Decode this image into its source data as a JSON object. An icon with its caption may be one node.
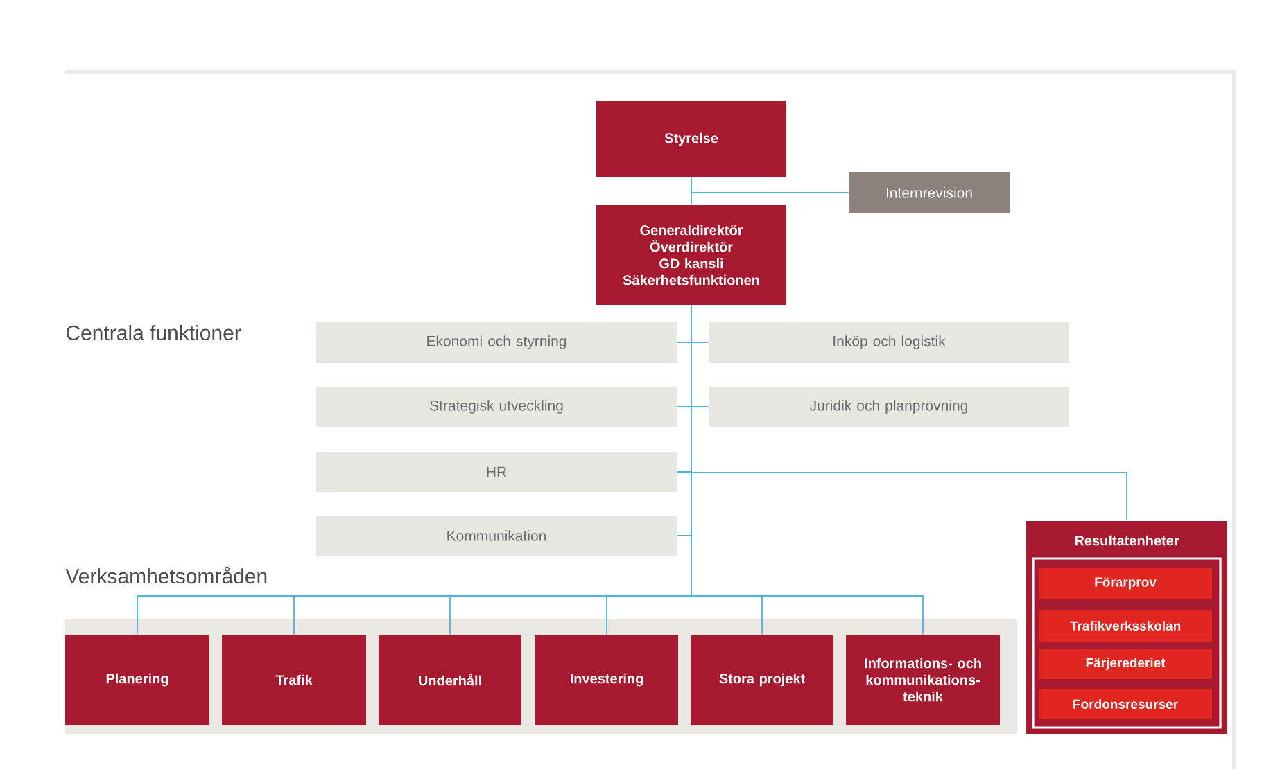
{
  "diagram": {
    "nodes": [
      {
        "text": [
          "Styrelse"
        ]
      },
      {
        "text": [
          "Internrevision"
        ]
      },
      {
        "text": [
          "Generaldirektör",
          "Överdirektör",
          "GD kansli",
          "Säkerhetsfunktionen"
        ]
      },
      {
        "text": [
          "Ekonomi och styrning"
        ]
      },
      {
        "text": [
          "Inköp och logistik"
        ]
      },
      {
        "text": [
          "Strategisk utveckling"
        ]
      },
      {
        "text": [
          "Juridik och planprövning"
        ]
      },
      {
        "text": [
          "HR"
        ]
      },
      {
        "text": [
          "Kommunikation"
        ]
      },
      {
        "text": [
          "Resultatenheter"
        ]
      },
      {
        "text": [
          "Förarprov"
        ],
        "in": 9
      },
      {
        "text": [
          "Trafikverksskolan"
        ],
        "in": 9
      },
      {
        "text": [
          "Färjerederiet"
        ],
        "in": 9
      },
      {
        "text": [
          "Fordonsresurser"
        ],
        "in": 9
      },
      {
        "text": [
          "Planering"
        ]
      },
      {
        "text": [
          "Trafik"
        ]
      },
      {
        "text": [
          "Underhåll"
        ]
      },
      {
        "text": [
          "Investering"
        ]
      },
      {
        "text": [
          "Stora projekt"
        ]
      },
      {
        "text": [
          "Informations- och kommunikations- teknik"
        ]
      }
    ],
    "edges": [
      {
        "from": 0,
        "to": 2,
        "arrow": "none"
      },
      {
        "from": 0,
        "to": 1,
        "arrow": "none"
      },
      {
        "from": 2,
        "to": 3,
        "arrow": "none"
      },
      {
        "from": 2,
        "to": 4,
        "arrow": "none"
      },
      {
        "from": 2,
        "to": 5,
        "arrow": "none"
      },
      {
        "from": 2,
        "to": 6,
        "arrow": "none"
      },
      {
        "from": 2,
        "to": 7,
        "arrow": "none"
      },
      {
        "from": 2,
        "to": 8,
        "arrow": "none"
      },
      {
        "from": 2,
        "to": 9,
        "arrow": "none"
      },
      {
        "from": 2,
        "to": 14,
        "arrow": "none"
      },
      {
        "from": 2,
        "to": 15,
        "arrow": "none"
      },
      {
        "from": 2,
        "to": 16,
        "arrow": "none"
      },
      {
        "from": 2,
        "to": 17,
        "arrow": "none"
      },
      {
        "from": 2,
        "to": 18,
        "arrow": "none"
      },
      {
        "from": 2,
        "to": 19,
        "arrow": "none"
      }
    ],
    "labels": [
      "Centrala funktioner",
      "Verksamhetsområden"
    ]
  }
}
